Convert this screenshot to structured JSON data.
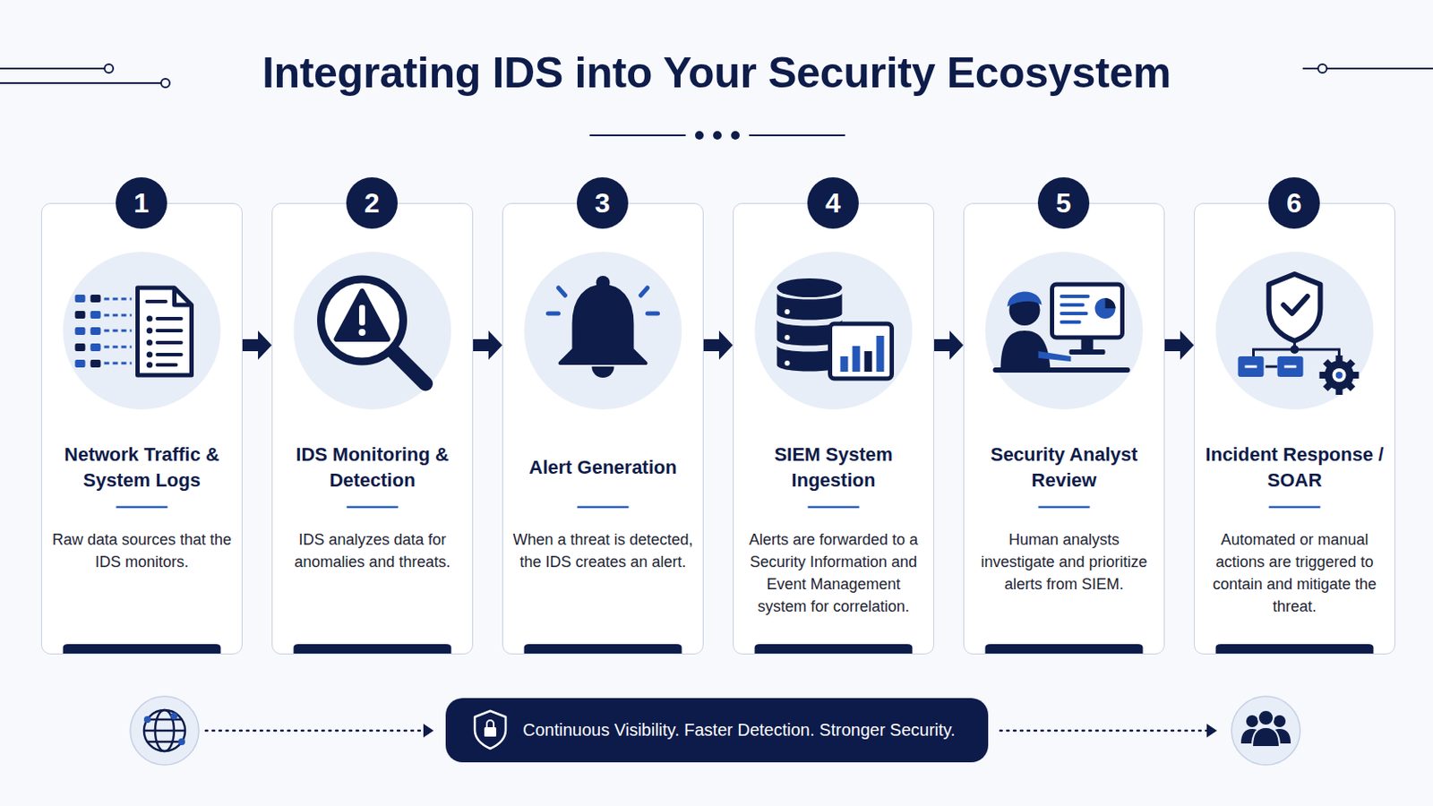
{
  "diagram": {
    "title": "Integrating IDS into Your Security Ecosystem",
    "nodes": [
      {
        "text": [
          "Network Traffic & System Logs",
          "Raw data sources that the IDS monitors."
        ]
      },
      {
        "text": [
          "1"
        ],
        "in": 0
      },
      {
        "text": [
          "IDS Monitoring & Detection",
          "IDS analyzes data for anomalies and threats."
        ]
      },
      {
        "text": [
          "2"
        ],
        "in": 2
      },
      {
        "text": [
          "Alert Generation",
          "When a threat is detected, the IDS creates an alert."
        ]
      },
      {
        "text": [
          "3"
        ],
        "in": 4
      },
      {
        "text": [
          "SIEM System Ingestion",
          "Alerts are forwarded to a Security Information and Event Management system for correlation."
        ]
      },
      {
        "text": [
          "4"
        ],
        "in": 6
      },
      {
        "text": [
          "Security Analyst Review",
          "Human analysts investigate and prioritize alerts from SIEM."
        ]
      },
      {
        "text": [
          "5"
        ],
        "in": 8
      },
      {
        "text": [
          "Incident Response / SOAR",
          "Automated or manual actions are triggered to contain and mitigate the threat."
        ]
      },
      {
        "text": [
          "6"
        ],
        "in": 10
      },
      {
        "text": [
          "Continuous Visibility. Faster Detection. Stronger Security."
        ]
      }
    ],
    "edges": [
      {
        "from": 0,
        "to": 2,
        "arrow": "to"
      },
      {
        "from": 2,
        "to": 4,
        "arrow": "to"
      },
      {
        "from": 4,
        "to": 6,
        "arrow": "to"
      },
      {
        "from": 6,
        "to": 8,
        "arrow": "to"
      },
      {
        "from": 8,
        "to": 10,
        "arrow": "to"
      }
    ]
  }
}
